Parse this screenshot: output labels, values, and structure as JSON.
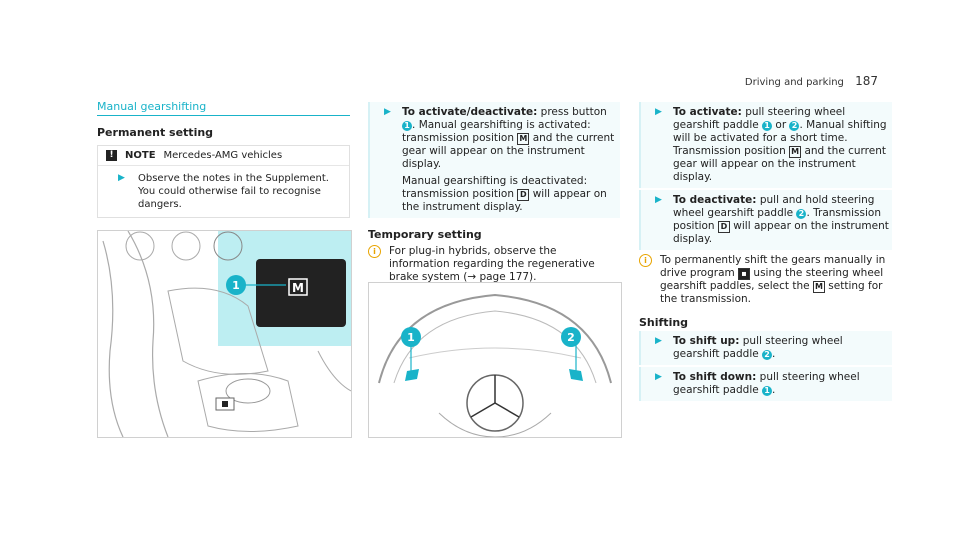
{
  "header": {
    "section": "Driving and parking",
    "page": "187"
  },
  "col1": {
    "title": "Manual gearshifting",
    "sub": "Permanent setting",
    "note_label": "NOTE",
    "note_text": "Mercedes-AMG vehicles",
    "note_body": "Observe the notes in the Supplement. You could otherwise fail to recognise dangers."
  },
  "col2": {
    "step1_kw": "To activate/deactivate:",
    "step1_text": "press button",
    "step1_cont": "Manual gearshifting is activated: transmission position",
    "step1_cont2": "and the current gear will appear on the instrument display.",
    "step1_p2a": "Manual gearshifting is deactivated: transmission position",
    "step1_p2b": "will appear on the instrument display.",
    "temp_heading": "Temporary setting",
    "temp_info": "For plug-in hybrids, observe the information regarding the regenerative brake system (→ page 177)."
  },
  "col3": {
    "act_kw": "To activate:",
    "act_text": "pull steering wheel gearshift paddle",
    "act_or": "or",
    "act_cont": "Manual shifting will be activated for a short time. Transmission position",
    "act_cont2": "and the current gear will appear on the instrument display.",
    "deact_kw": "To deactivate:",
    "deact_text": "pull and hold steering wheel gearshift paddle",
    "deact_cont": "Transmission position",
    "deact_cont2": "will appear on the instrument display.",
    "info": "To permanently shift the gears manually in drive program",
    "info2": "using the steering wheel gearshift paddles, select the",
    "info3": "setting for the transmission.",
    "shift_heading": "Shifting",
    "up_kw": "To shift up:",
    "up_text": "pull steering wheel gearshift paddle",
    "down_kw": "To shift down:",
    "down_text": "pull steering wheel gearshift paddle"
  },
  "symbols": {
    "m": "M",
    "d": "D",
    "one": "1",
    "two": "2",
    "warn": "!",
    "info": "i"
  }
}
